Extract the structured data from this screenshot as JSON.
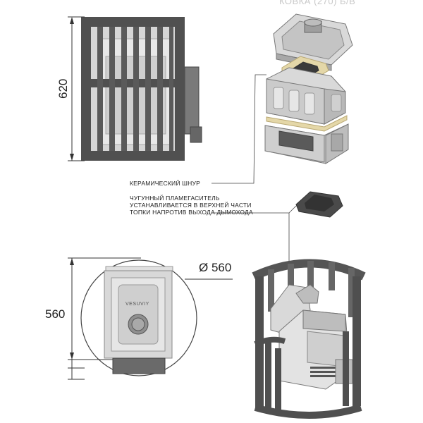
{
  "header": {
    "title": "КОВКА (270) Б/В"
  },
  "dimensions": {
    "height": "620",
    "depth": "560",
    "diameter": "Ø 560"
  },
  "callouts": {
    "ceramic_cord": "КЕРАМИЧЕСКИЙ ШНУР",
    "flame_damper_line1": "ЧУГУННЫЙ ПЛАМЕГАСИТЕЛЬ",
    "flame_damper_line2": "УСТАНАВЛИВАЕТСЯ В ВЕРХНЕЙ ЧАСТИ",
    "flame_damper_line3": "ТОПКИ НАПРОТИВ ВЫХОДА ДЫМОХОДА"
  },
  "door_logo": {
    "text": "VESUVIY"
  },
  "colors": {
    "steel": "#555555",
    "casting": "#d9d9d9",
    "casting_dark": "#9a9a9a",
    "cord": "#e4d7a8"
  }
}
